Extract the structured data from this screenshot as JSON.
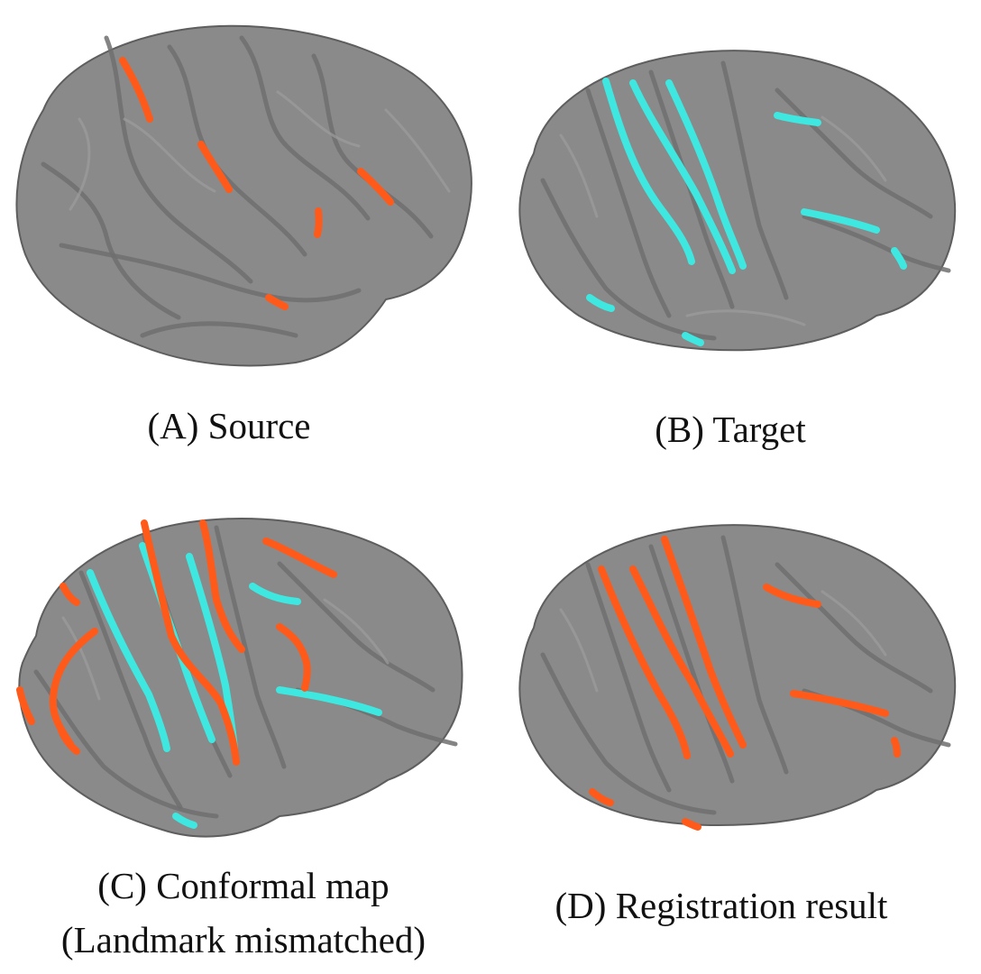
{
  "figure": {
    "panels": [
      {
        "id": "A",
        "caption": "(A) Source",
        "landmark_colors": [
          "#ff5a1a"
        ]
      },
      {
        "id": "B",
        "caption": "(B) Target",
        "landmark_colors": [
          "#3ee8e0"
        ]
      },
      {
        "id": "C",
        "caption_line1": "(C) Conformal map",
        "caption_line2": "(Landmark mismatched)",
        "landmark_colors": [
          "#ff5a1a",
          "#3ee8e0"
        ]
      },
      {
        "id": "D",
        "caption": "(D) Registration result",
        "landmark_colors": [
          "#ff5a1a"
        ]
      }
    ],
    "colors": {
      "cortex": "#8a8a8a",
      "source_landmark": "#ff5a1a",
      "target_landmark": "#3ee8e0"
    }
  }
}
